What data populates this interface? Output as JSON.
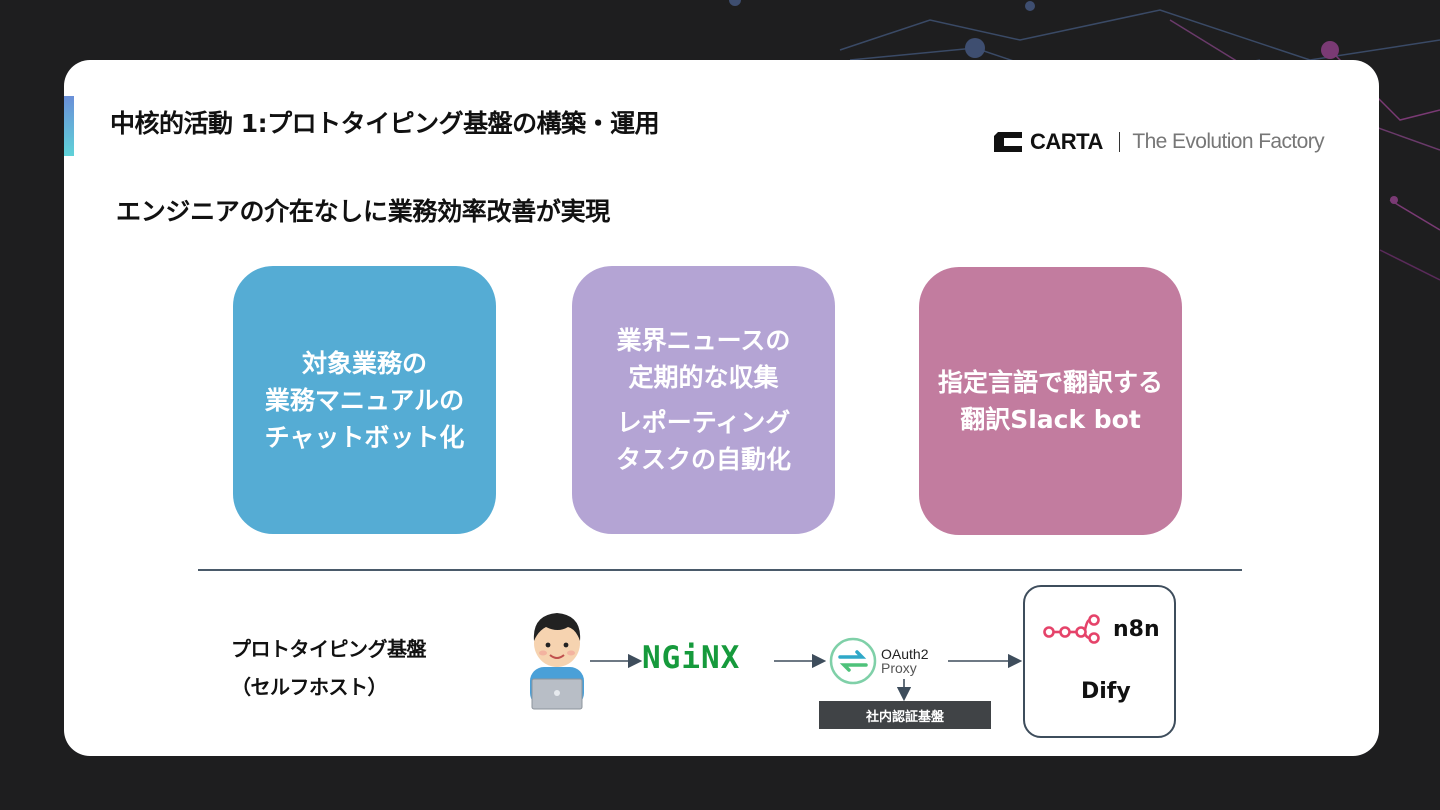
{
  "slide": {
    "title": "中核的活動 1:プロトタイピング基盤の構築・運用",
    "brand": {
      "name": "CARTA",
      "tagline": "The Evolution Factory"
    },
    "subtitle": "エンジニアの介在なしに業務効率改善が実現"
  },
  "cards": [
    {
      "lines": [
        "対象業務の",
        "業務マニュアルの",
        "チャットボット化"
      ],
      "color": "#55acd4"
    },
    {
      "lines": [
        "業界ニュースの",
        "定期的な収集",
        "レポーティング",
        "タスクの自動化"
      ],
      "color": "#b4a4d4"
    },
    {
      "lines": [
        "指定言語で翻訳する",
        "翻訳Slack bot"
      ],
      "color": "#c27c9f"
    }
  ],
  "infrastructure": {
    "label_line1": "プロトタイピング基盤",
    "label_line2": "（セルフホスト）",
    "nginx": "NGiNX",
    "oauth": {
      "name": "OAuth2",
      "sub": "Proxy"
    },
    "auth": "社内認証基盤",
    "tools": {
      "n8n": "n8n",
      "dify": "Dify"
    }
  },
  "icons": [
    "user-with-laptop-icon",
    "nginx-logo",
    "oauth2-proxy-icon",
    "n8n-icon"
  ],
  "colors": {
    "nginx_green": "#169a3c",
    "n8n_pink": "#e5436a",
    "dify_blue": "#1b62f0"
  }
}
